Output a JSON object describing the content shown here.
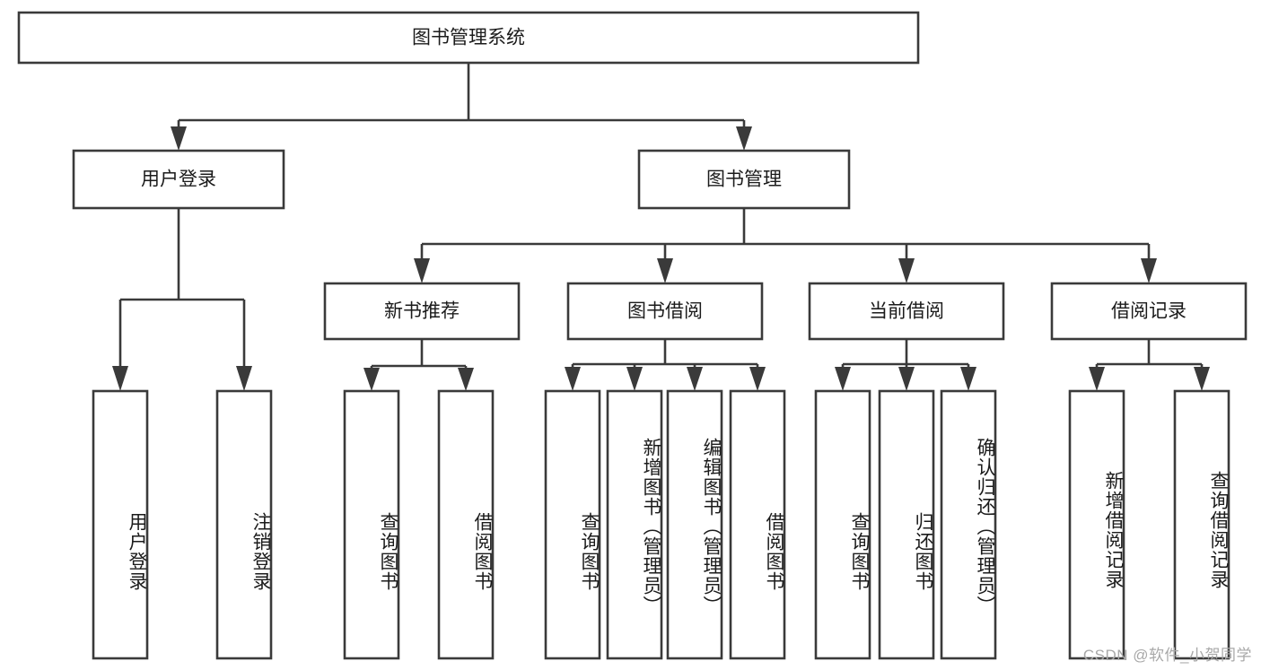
{
  "diagram": {
    "title": "图书管理系统",
    "watermark": "CSDN @软件_小贺同学",
    "style": {
      "line_color": "#3a3a3a",
      "box_fill": "#ffffff",
      "text_color": "#1b1b1b",
      "watermark_color": "#a8a8a8",
      "background": "#ffffff"
    },
    "root": {
      "label": "图书管理系统"
    },
    "level2": [
      {
        "label": "用户登录"
      },
      {
        "label": "图书管理"
      }
    ],
    "level3": [
      {
        "label": "新书推荐"
      },
      {
        "label": "图书借阅"
      },
      {
        "label": "当前借阅"
      },
      {
        "label": "借阅记录"
      }
    ],
    "leaves": {
      "user_login": [
        {
          "label": "用户登录"
        },
        {
          "label": "注销登录"
        }
      ],
      "new_book_recommend": [
        {
          "label": "查询图书"
        },
        {
          "label": "借阅图书"
        }
      ],
      "book_borrow": [
        {
          "label": "查询图书"
        },
        {
          "label": "新增图书（管理员）"
        },
        {
          "label": "编辑图书（管理员）"
        },
        {
          "label": "借阅图书"
        }
      ],
      "current_borrow": [
        {
          "label": "查询图书"
        },
        {
          "label": "归还图书"
        },
        {
          "label": "确认归还（管理员）"
        }
      ],
      "borrow_record": [
        {
          "label": "新增借阅记录"
        },
        {
          "label": "查询借阅记录"
        }
      ]
    }
  }
}
